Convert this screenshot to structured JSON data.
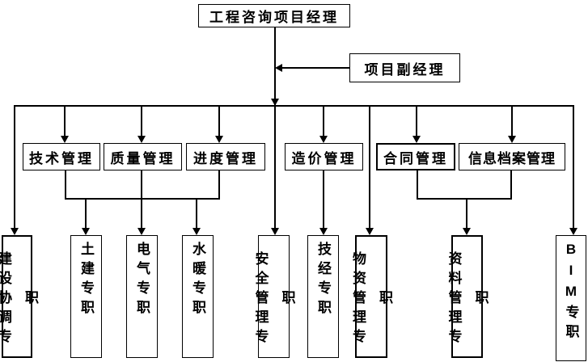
{
  "diagram": {
    "root": "工程咨询项目经理",
    "deputy": "项目副经理",
    "departments": [
      {
        "label": "技术管理"
      },
      {
        "label": "质量管理"
      },
      {
        "label": "进度管理"
      },
      {
        "label": "造价管理"
      },
      {
        "label": "合同管理"
      },
      {
        "label": "信息档案管理"
      }
    ],
    "specialists": [
      {
        "label": "建设协调专职"
      },
      {
        "label": "土建专职"
      },
      {
        "label": "电气专职"
      },
      {
        "label": "水暖专职"
      },
      {
        "label": "安全管理专职"
      },
      {
        "label": "技经专职"
      },
      {
        "label": "物资管理专职"
      },
      {
        "label": "资料管理专职"
      },
      {
        "label": "BIM专职"
      }
    ],
    "colors": {
      "line": "#000000",
      "background": "#ffffff",
      "border": "#000000",
      "text": "#000000"
    }
  }
}
